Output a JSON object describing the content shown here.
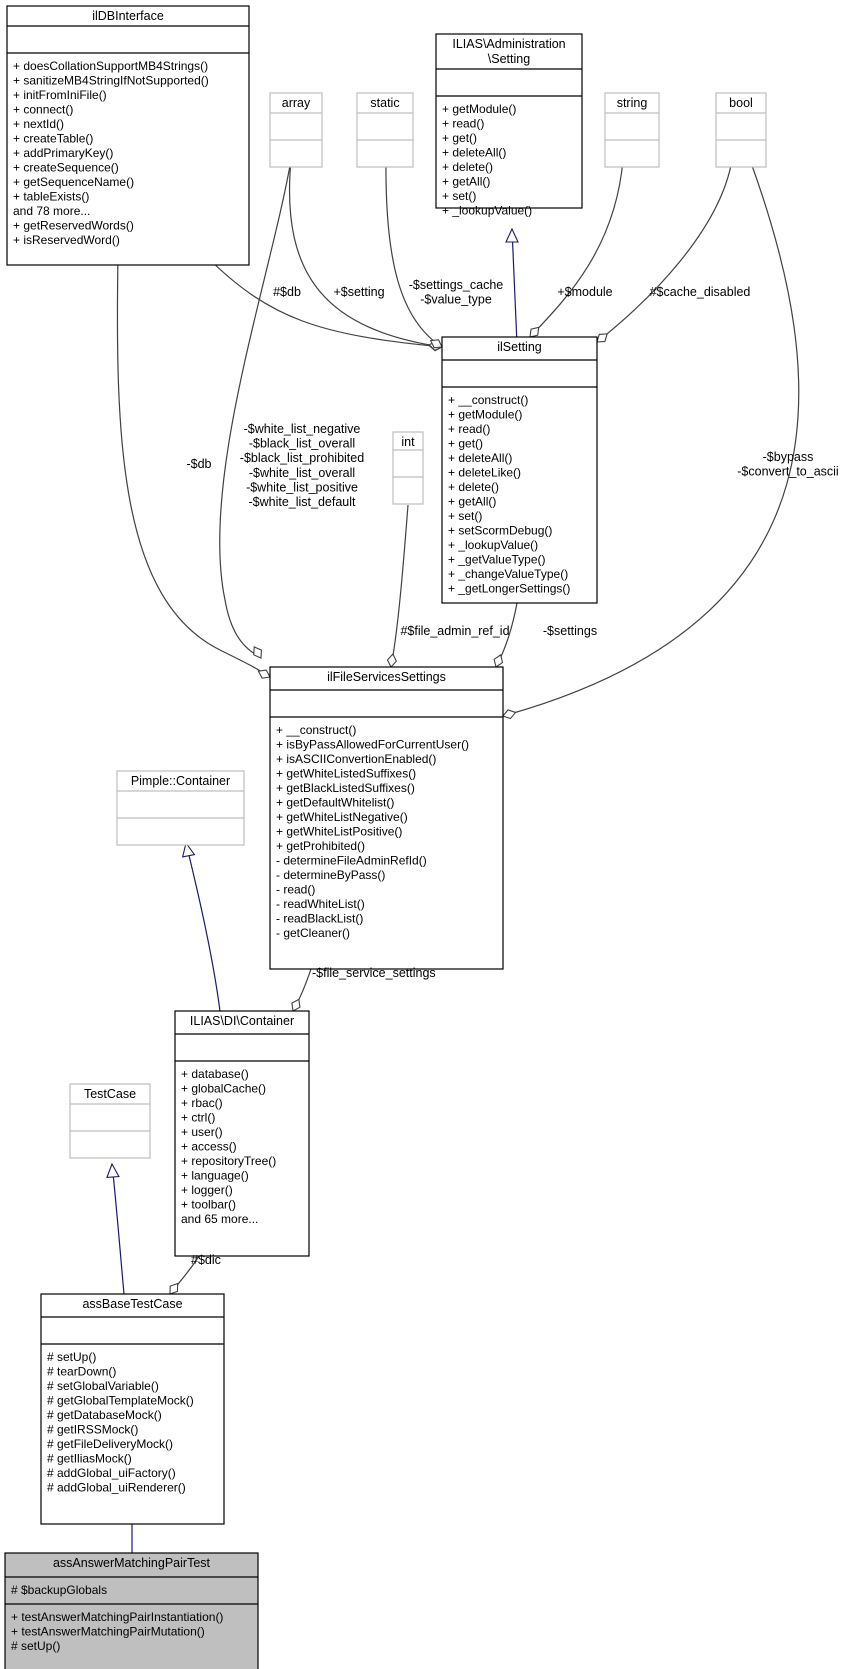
{
  "colors": {
    "box_border": "#000000",
    "box_border_light": "#bfbfbf",
    "highlight_fill": "#bfbfbf",
    "inheritance_edge": "#191970",
    "association_edge": "#404040"
  },
  "classes": {
    "ilDBInterface": {
      "title": [
        "ilDBInterface"
      ],
      "attributes": [],
      "methods": [
        "+ doesCollationSupportMB4Strings()",
        "+ sanitizeMB4StringIfNotSupported()",
        "+ initFromIniFile()",
        "+ connect()",
        "+ nextId()",
        "+ createTable()",
        "+ addPrimaryKey()",
        "+ createSequence()",
        "+ getSequenceName()",
        "+ tableExists()",
        "and 78 more...",
        "+ getReservedWords()",
        "+ isReservedWord()"
      ]
    },
    "adminSetting": {
      "title": [
        "ILIAS\\Administration",
        "\\Setting"
      ],
      "attributes": [],
      "methods": [
        "+ getModule()",
        "+ read()",
        "+ get()",
        "+ deleteAll()",
        "+ delete()",
        "+ getAll()",
        "+ set()",
        "+ _lookupValue()"
      ]
    },
    "array": {
      "title": [
        "array"
      ],
      "attributes": [],
      "methods": []
    },
    "static": {
      "title": [
        "static"
      ],
      "attributes": [],
      "methods": []
    },
    "string": {
      "title": [
        "string"
      ],
      "attributes": [],
      "methods": []
    },
    "bool": {
      "title": [
        "bool"
      ],
      "attributes": [],
      "methods": []
    },
    "ilSetting": {
      "title": [
        "ilSetting"
      ],
      "attributes": [],
      "methods": [
        "+ __construct()",
        "+ getModule()",
        "+ read()",
        "+ get()",
        "+ deleteAll()",
        "+ deleteLike()",
        "+ delete()",
        "+ getAll()",
        "+ set()",
        "+ setScormDebug()",
        "+ _lookupValue()",
        "+ _getValueType()",
        "+ _changeValueType()",
        "+ _getLongerSettings()"
      ]
    },
    "int": {
      "title": [
        "int"
      ],
      "attributes": [],
      "methods": []
    },
    "ilFileServicesSettings": {
      "title": [
        "ilFileServicesSettings"
      ],
      "attributes": [],
      "methods": [
        "+ __construct()",
        "+ isByPassAllowedForCurrentUser()",
        "+ isASCIIConvertionEnabled()",
        "+ getWhiteListedSuffixes()",
        "+ getBlackListedSuffixes()",
        "+ getDefaultWhitelist()",
        "+ getWhiteListNegative()",
        "+ getWhiteListPositive()",
        "+ getProhibited()",
        "- determineFileAdminRefId()",
        "- determineByPass()",
        "- read()",
        "- readWhiteList()",
        "- readBlackList()",
        "- getCleaner()"
      ]
    },
    "pimpleContainer": {
      "title": [
        "Pimple::Container"
      ],
      "attributes": [],
      "methods": []
    },
    "diContainer": {
      "title": [
        "ILIAS\\DI\\Container"
      ],
      "attributes": [],
      "methods": [
        "+ database()",
        "+ globalCache()",
        "+ rbac()",
        "+ ctrl()",
        "+ user()",
        "+ access()",
        "+ repositoryTree()",
        "+ language()",
        "+ logger()",
        "+ toolbar()",
        "and 65 more..."
      ]
    },
    "testCase": {
      "title": [
        "TestCase"
      ],
      "attributes": [],
      "methods": []
    },
    "assBaseTestCase": {
      "title": [
        "assBaseTestCase"
      ],
      "attributes": [],
      "methods": [
        "# setUp()",
        "# tearDown()",
        "# setGlobalVariable()",
        "# getGlobalTemplateMock()",
        "# getDatabaseMock()",
        "# getIRSSMock()",
        "# getFileDeliveryMock()",
        "# getIliasMock()",
        "# addGlobal_uiFactory()",
        "# addGlobal_uiRenderer()"
      ]
    },
    "assAnswerMatchingPairTest": {
      "title": [
        "assAnswerMatchingPairTest"
      ],
      "attributes": [
        "# $backupGlobals"
      ],
      "methods": [
        "+ testAnswerMatchingPairInstantiation()",
        "+ testAnswerMatchingPairMutation()",
        "# setUp()"
      ]
    }
  },
  "edges": {
    "db_to_ilsetting": [
      "#$db"
    ],
    "array_to_ilsetting": [
      "+$setting"
    ],
    "static_to_ilsetting": [
      "-$settings_cache",
      "-$value_type"
    ],
    "string_to_ilsetting": [
      "+$module"
    ],
    "bool_to_ilsetting": [
      "#$cache_disabled"
    ],
    "db_to_fss": [
      "-$db"
    ],
    "array_to_fss": [
      "-$white_list_negative",
      "-$black_list_overall",
      "-$black_list_prohibited",
      "-$white_list_overall",
      "-$white_list_positive",
      "-$white_list_default"
    ],
    "bool_to_fss": [
      "-$bypass",
      "-$convert_to_ascii"
    ],
    "int_to_fss": [
      "#$file_admin_ref_id"
    ],
    "ilsetting_to_fss": [
      "-$settings"
    ],
    "fss_to_dic": [
      "-$file_service_settings"
    ],
    "dic_to_base": [
      "#$dic"
    ]
  }
}
